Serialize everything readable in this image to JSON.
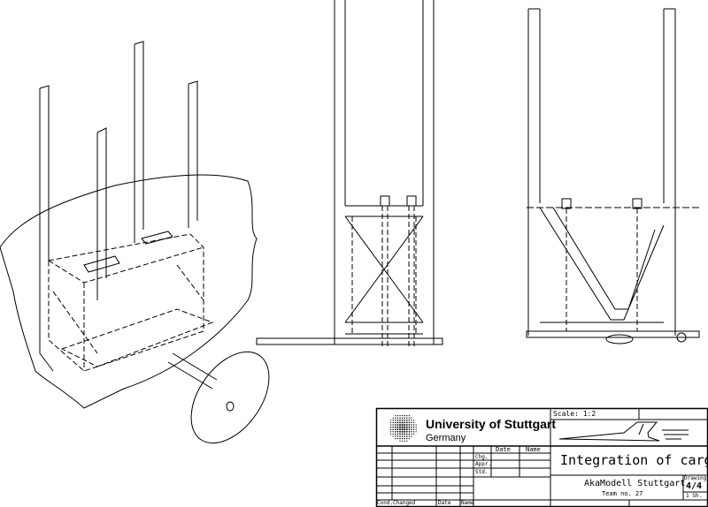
{
  "title_block": {
    "university": "University of Stuttgart",
    "country": "Germany",
    "scale": "Scale: 1:2",
    "drawing_title": "Integration of cargo bay",
    "organization": "AkaModell Stuttgart",
    "team": "Team no. 27",
    "drawing_label": "Drawing",
    "drawing_number": "4/4",
    "sheets": "1 Sh.",
    "revision_headers": {
      "date": "Date",
      "name": "Name",
      "chg": "Chg.",
      "appr": "Appr.",
      "std": "Std."
    },
    "change_headers": {
      "cond": "Cond.",
      "changed": "Changed",
      "date": "Date",
      "name": "Name"
    }
  }
}
